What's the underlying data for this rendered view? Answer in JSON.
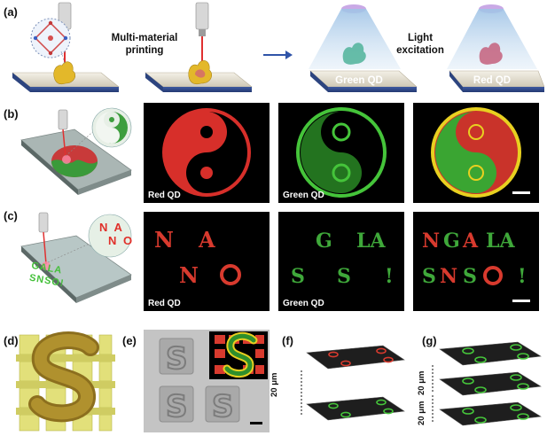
{
  "panels": {
    "a": {
      "label": "(a)",
      "caption_printing": "Multi-material\nprinting",
      "caption_excitation": "Light\nexcitation",
      "stage_green": "Green QD",
      "stage_red": "Red QD"
    },
    "b": {
      "label": "(b)",
      "tags": [
        "Red QD",
        "Green QD"
      ]
    },
    "c": {
      "label": "(c)",
      "tags": [
        "Red QD",
        "Green QD"
      ],
      "bubble_letters": [
        "N",
        "A",
        "N",
        "O"
      ],
      "slide_letters_top": "GALA",
      "slide_letters_bottom": "SNSO!"
    },
    "d": {
      "label": "(d)"
    },
    "e": {
      "label": "(e)"
    },
    "f": {
      "label": "(f)",
      "spacing": "20 μm"
    },
    "g": {
      "label": "(g)",
      "spacing_top": "20 μm",
      "spacing_bottom": "20 μm"
    }
  },
  "colors": {
    "red_qd": "#e0302a",
    "green_qd": "#44c03a",
    "yellow_overlap": "#e8d020",
    "gold_structure": "#a0862a"
  }
}
